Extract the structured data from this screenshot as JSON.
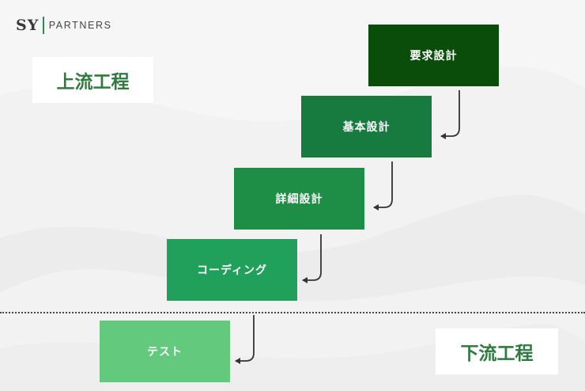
{
  "logo": {
    "mark": "SY",
    "name": "PARTNERS"
  },
  "phases": {
    "upper": "上流工程",
    "lower": "下流工程"
  },
  "steps": [
    {
      "label": "要求設計",
      "color": "#0a4c0a"
    },
    {
      "label": "基本設計",
      "color": "#177a3f"
    },
    {
      "label": "詳細設計",
      "color": "#1e8e46"
    },
    {
      "label": "コーディング",
      "color": "#20a05a"
    },
    {
      "label": "テスト",
      "color": "#62c97d"
    }
  ],
  "colors": {
    "phase_text": "#2f7a3e",
    "arrow": "#333333",
    "divider": "#444444"
  }
}
